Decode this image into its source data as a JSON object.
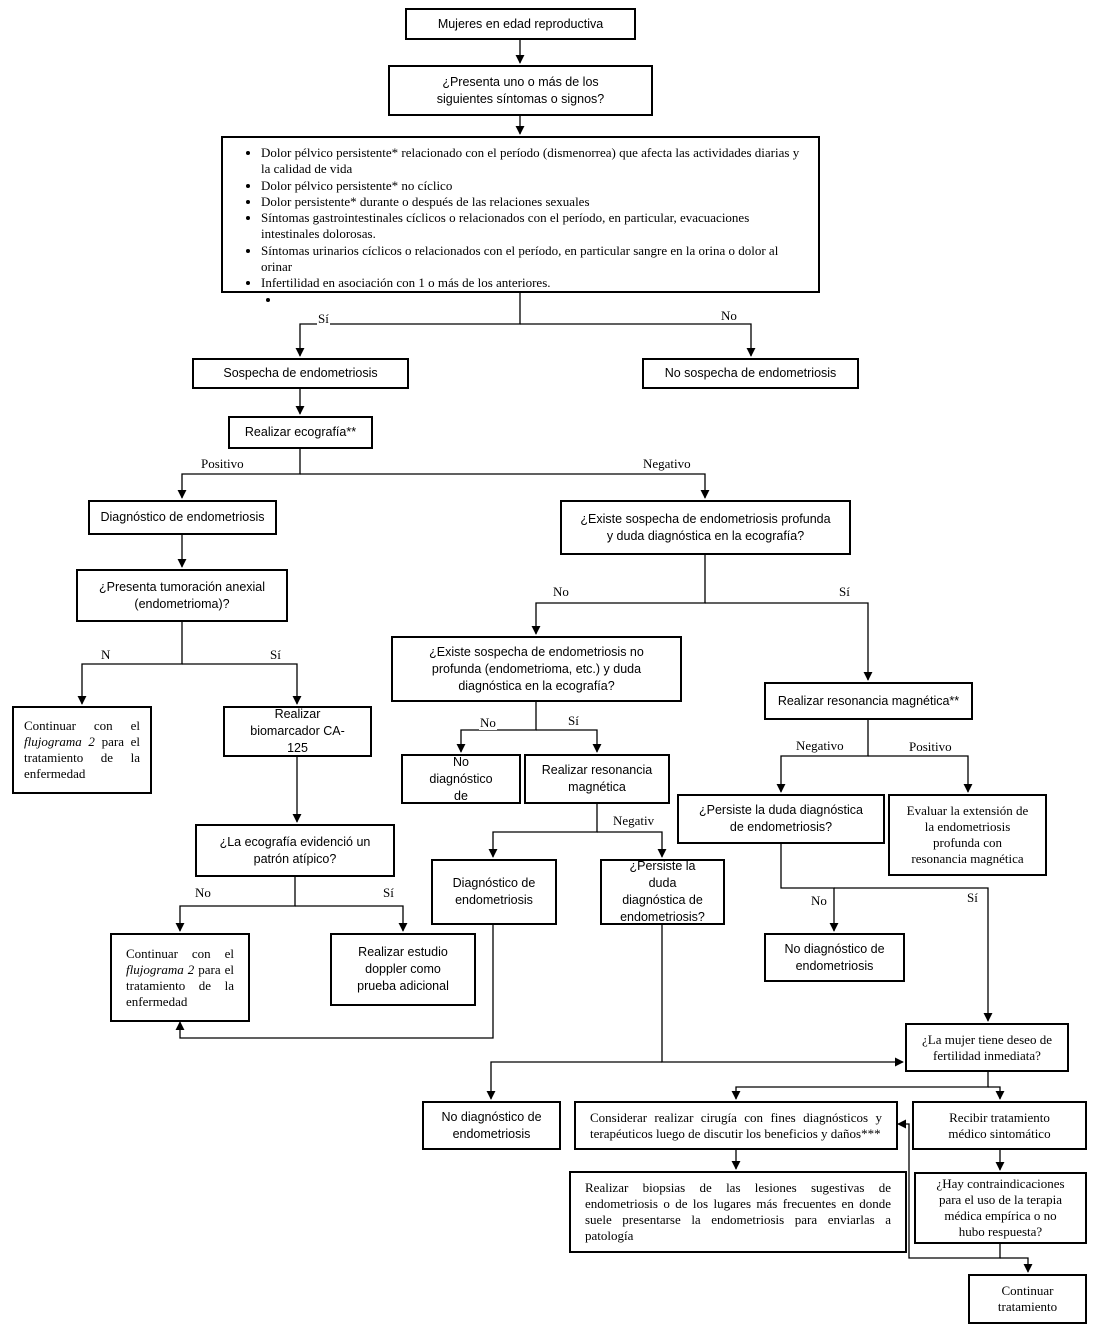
{
  "nodes": {
    "start": "Mujeres en edad reproductiva",
    "question_symptoms": "¿Presenta uno o más de los siguientes síntomas o signos?",
    "symptoms": [
      "Dolor pélvico persistente* relacionado con el período (dismenorrea) que afecta las actividades diarias y la calidad de vida",
      "Dolor pélvico persistente* no cíclico",
      "Dolor persistente* durante o después de las relaciones sexuales",
      "Síntomas gastrointestinales cíclicos o relacionados con el período, en particular, evacuaciones intestinales dolorosas.",
      "Síntomas urinarios cíclicos o relacionados con el período, en particular sangre en la orina o dolor al orinar",
      "Infertilidad en asociación con 1 o más de los anteriores."
    ],
    "suspect": "Sospecha de endometriosis",
    "no_suspect": "No sospecha de endometriosis",
    "ultrasound": "Realizar ecografía**",
    "diagnosis_1": "Diagnóstico de endometriosis",
    "deep_suspect": "¿Existe sospecha de endometriosis profunda y duda diagnóstica en la ecografía?",
    "adnexal": "¿Presenta tumoración anexial (endometrioma)?",
    "continue_1_a": "Continuar con el",
    "continue_1_b": "flujograma 2",
    "continue_1_c": "para el tratamiento de la enfermedad",
    "biomarker": "Realizar biomarcador CA-125",
    "atypical": "¿La ecografía evidenció un patrón atípico?",
    "continue_2_a": "Continuar con el",
    "continue_2_b": "flujograma 2",
    "continue_2_c": "para el tratamiento de la enfermedad",
    "doppler": "Realizar estudio doppler como prueba adicional",
    "nondeep_suspect": "¿Existe sospecha de endometriosis no profunda (endometrioma, etc.) y duda diagnóstica en la ecografía?",
    "no_diag_de": "No diagnóstico de",
    "mri_1": "Realizar resonancia magnética",
    "diagnosis_2": "Diagnóstico de endometriosis",
    "persist_1": "¿Persiste la duda diagnóstica de endometriosis?",
    "mri_2": "Realizar resonancia magnética**",
    "persist_2": "¿Persiste la duda diagnóstica de endometriosis?",
    "evaluate": "Evaluar la extensión de la endometriosis profunda con resonancia magnética",
    "no_diag_2": "No diagnóstico de endometriosis",
    "fertility": "¿La mujer tiene deseo de fertilidad inmediata?",
    "no_diag_3": "No diagnóstico de endometriosis",
    "surgery": "Considerar realizar cirugía con fines diagnósticos y terapéuticos luego de discutir los beneficios y daños***",
    "symptomatic": "Recibir tratamiento médico sintomático",
    "biopsy": "Realizar biopsias de las lesiones sugestivas de endometriosis o de los lugares más frecuentes en donde suele presentarse la endometriosis para enviarlas a patología",
    "contraind": "¿Hay contraindicaciones para el uso de la terapia médica empírica o no hubo respuesta?",
    "continue_treat": "Continuar tratamiento"
  },
  "labels": {
    "si_1": "Sí",
    "no_1": "No",
    "positivo_1": "Positivo",
    "negativo_1": "Negativo",
    "no_2": "No",
    "si_2": "Sí",
    "n_3": "N",
    "si_3": "Sí",
    "no_4": "No",
    "si_4": "Sí",
    "negativo_2": "Negativo",
    "positivo_2": "Positivo",
    "negativ_3": "Negativ",
    "no_5": "No",
    "si_5": "Sí",
    "no_6": "No",
    "si_6": "Sí"
  }
}
